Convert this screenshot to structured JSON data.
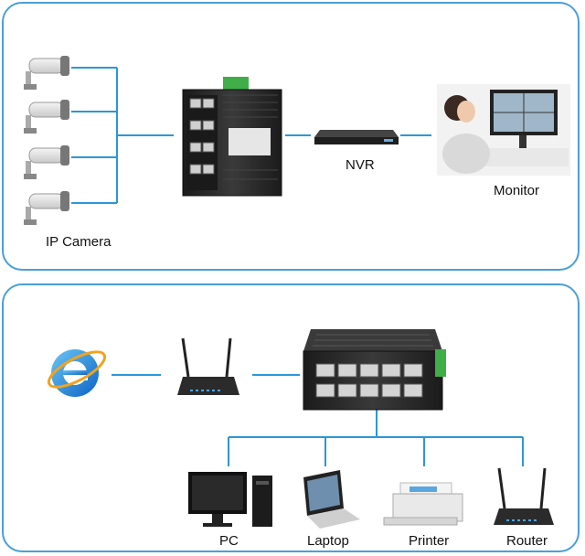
{
  "top": {
    "camera_label": "IP Camera",
    "nvr_label": "NVR",
    "monitor_label": "Monitor"
  },
  "bottom": {
    "devices": [
      {
        "label": "PC"
      },
      {
        "label": "Laptop"
      },
      {
        "label": "Printer"
      },
      {
        "label": "Router"
      }
    ]
  },
  "colors": {
    "border": "#4a9fd8",
    "line": "#2b97d8",
    "switch_body": "#2a2a2a",
    "terminal_green": "#3fae49"
  }
}
